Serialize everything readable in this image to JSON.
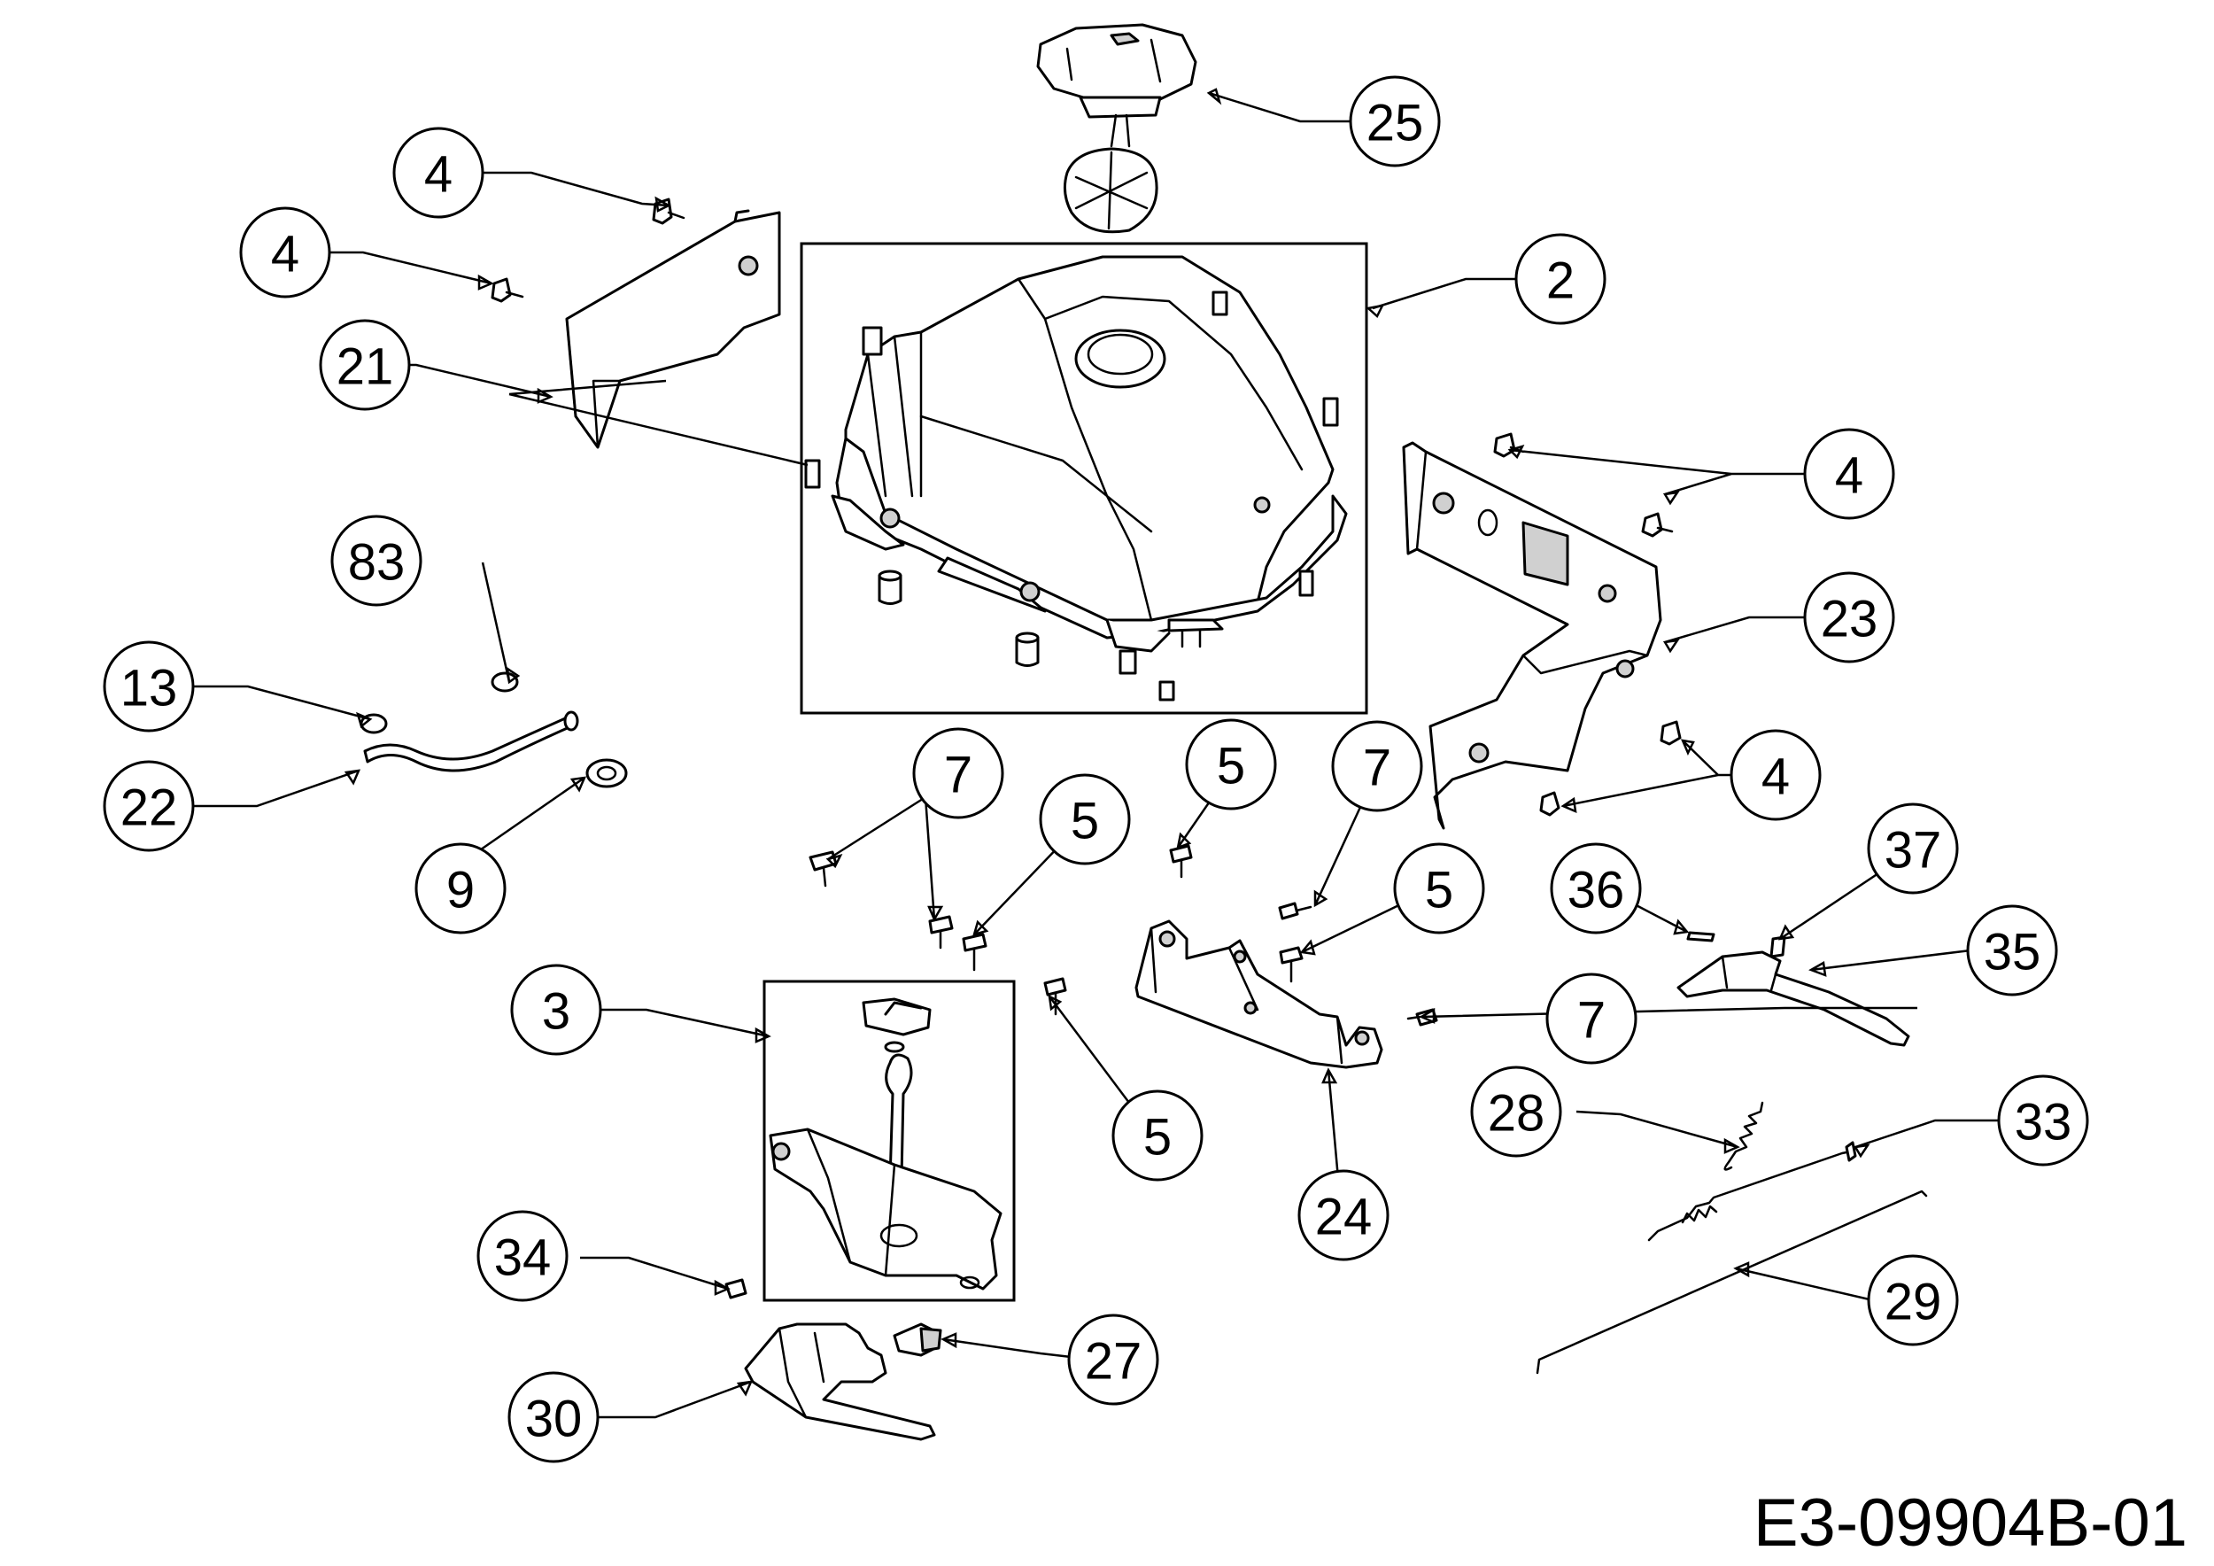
{
  "diagram_code": "E3-09904B-01",
  "callouts": [
    {
      "label": "25"
    },
    {
      "label": "4"
    },
    {
      "label": "2"
    },
    {
      "label": "4"
    },
    {
      "label": "21"
    },
    {
      "label": "4"
    },
    {
      "label": "83"
    },
    {
      "label": "23"
    },
    {
      "label": "13"
    },
    {
      "label": "4"
    },
    {
      "label": "22"
    },
    {
      "label": "7"
    },
    {
      "label": "5"
    },
    {
      "label": "7"
    },
    {
      "label": "5"
    },
    {
      "label": "37"
    },
    {
      "label": "9"
    },
    {
      "label": "5"
    },
    {
      "label": "36"
    },
    {
      "label": "35"
    },
    {
      "label": "3"
    },
    {
      "label": "7"
    },
    {
      "label": "28"
    },
    {
      "label": "33"
    },
    {
      "label": "5"
    },
    {
      "label": "24"
    },
    {
      "label": "34"
    },
    {
      "label": "29"
    },
    {
      "label": "27"
    },
    {
      "label": "30"
    }
  ]
}
